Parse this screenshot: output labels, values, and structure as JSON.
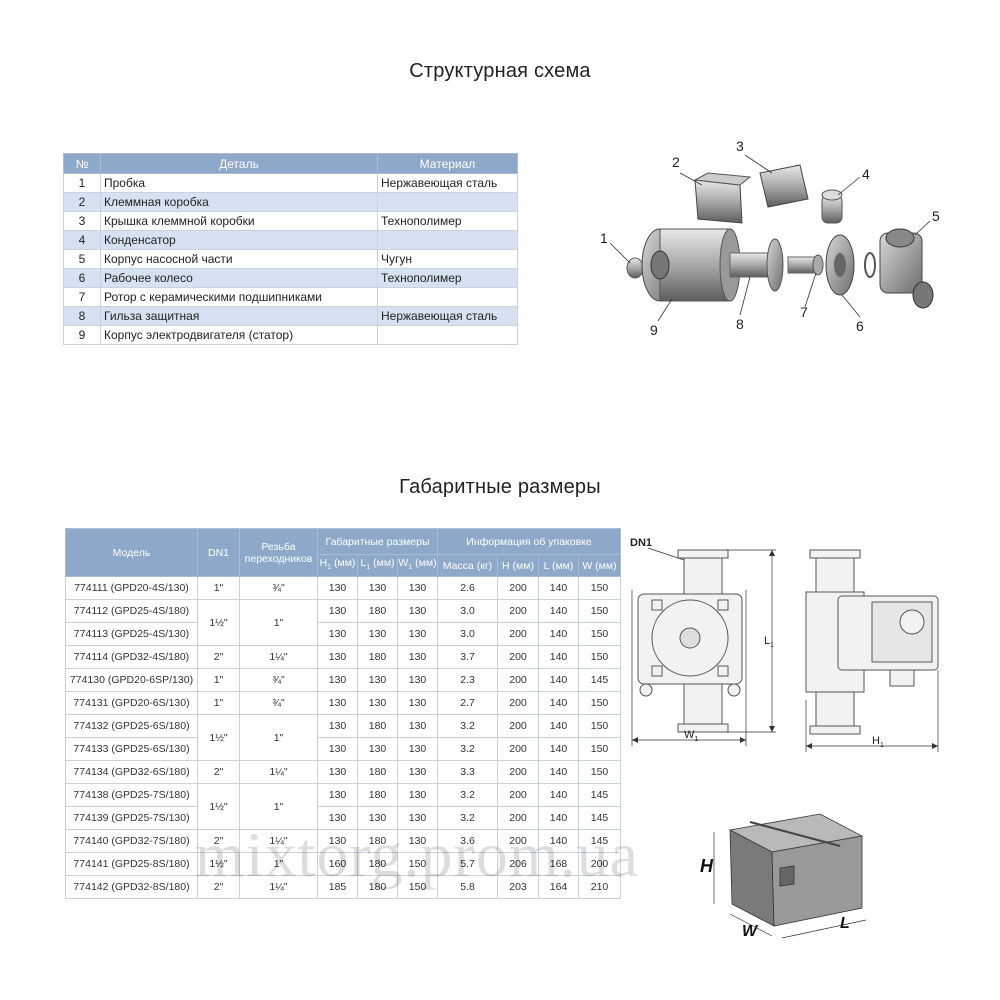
{
  "titles": {
    "structure": "Структурная схема",
    "dimensions": "Габаритные размеры"
  },
  "parts_table": {
    "headers": [
      "№",
      "Деталь",
      "Материал"
    ],
    "rows": [
      {
        "num": "1",
        "part": "Пробка",
        "material": "Нержавеющая сталь"
      },
      {
        "num": "2",
        "part": "Клеммная коробка",
        "material": ""
      },
      {
        "num": "3",
        "part": "Крышка клеммной коробки",
        "material": "Технополимер"
      },
      {
        "num": "4",
        "part": "Конденсатор",
        "material": ""
      },
      {
        "num": "5",
        "part": "Корпус насосной части",
        "material": "Чугун"
      },
      {
        "num": "6",
        "part": "Рабочее колесо",
        "material": "Технополимер"
      },
      {
        "num": "7",
        "part": "Ротор с керамическими подшипниками",
        "material": ""
      },
      {
        "num": "8",
        "part": "Гильза защитная",
        "material": "Нержавеющая сталь"
      },
      {
        "num": "9",
        "part": "Корпус электродвигателя (статор)",
        "material": ""
      }
    ]
  },
  "exploded_labels": [
    "1",
    "2",
    "3",
    "4",
    "5",
    "6",
    "7",
    "8",
    "9"
  ],
  "dims_table": {
    "headers": {
      "model": "Модель",
      "dn1": "DN1",
      "thread": "Резьба переходников",
      "dimensions_group": "Габаритные размеры",
      "package_group": "Информация об упаковке",
      "h1": "H",
      "h1_sub": "1",
      "h1_unit": " (мм)",
      "l1": "L",
      "l1_sub": "1",
      "l1_unit": " (мм)",
      "w1": "W",
      "w1_sub": "1",
      "w1_unit": " (мм)",
      "mass": "Масса (кг)",
      "h": "H (мм)",
      "l": "L (мм)",
      "w": "W (мм)"
    },
    "rows": [
      {
        "model": "774111 (GPD20-4S/130)",
        "dn1": "1\"",
        "thread": "¾\"",
        "h1": "130",
        "l1": "130",
        "w1": "130",
        "mass": "2.6",
        "h": "200",
        "l": "140",
        "w": "150"
      },
      {
        "model": "774112 (GPD25-4S/180)",
        "dn1": "1½\"",
        "thread": "1\"",
        "h1": "130",
        "l1": "180",
        "w1": "130",
        "mass": "3.0",
        "h": "200",
        "l": "140",
        "w": "150"
      },
      {
        "model": "774113 (GPD25-4S/130)",
        "dn1": "",
        "thread": "",
        "h1": "130",
        "l1": "130",
        "w1": "130",
        "mass": "3.0",
        "h": "200",
        "l": "140",
        "w": "150"
      },
      {
        "model": "774114 (GPD32-4S/180)",
        "dn1": "2\"",
        "thread": "1¼\"",
        "h1": "130",
        "l1": "180",
        "w1": "130",
        "mass": "3.7",
        "h": "200",
        "l": "140",
        "w": "150"
      },
      {
        "model": "774130 (GPD20-6SP/130)",
        "dn1": "1\"",
        "thread": "¾\"",
        "h1": "130",
        "l1": "130",
        "w1": "130",
        "mass": "2.3",
        "h": "200",
        "l": "140",
        "w": "145"
      },
      {
        "model": "774131 (GPD20-6S/130)",
        "dn1": "1\"",
        "thread": "¾\"",
        "h1": "130",
        "l1": "130",
        "w1": "130",
        "mass": "2.7",
        "h": "200",
        "l": "140",
        "w": "150"
      },
      {
        "model": "774132 (GPD25-6S/180)",
        "dn1": "1½\"",
        "thread": "1\"",
        "h1": "130",
        "l1": "180",
        "w1": "130",
        "mass": "3.2",
        "h": "200",
        "l": "140",
        "w": "150"
      },
      {
        "model": "774133 (GPD25-6S/130)",
        "dn1": "",
        "thread": "",
        "h1": "130",
        "l1": "130",
        "w1": "130",
        "mass": "3.2",
        "h": "200",
        "l": "140",
        "w": "150"
      },
      {
        "model": "774134 (GPD32-6S/180)",
        "dn1": "2\"",
        "thread": "1¼\"",
        "h1": "130",
        "l1": "180",
        "w1": "130",
        "mass": "3.3",
        "h": "200",
        "l": "140",
        "w": "150"
      },
      {
        "model": "774138 (GPD25-7S/180)",
        "dn1": "1½\"",
        "thread": "1\"",
        "h1": "130",
        "l1": "180",
        "w1": "130",
        "mass": "3.2",
        "h": "200",
        "l": "140",
        "w": "145"
      },
      {
        "model": "774139 (GPD25-7S/130)",
        "dn1": "",
        "thread": "",
        "h1": "130",
        "l1": "130",
        "w1": "130",
        "mass": "3.2",
        "h": "200",
        "l": "140",
        "w": "145"
      },
      {
        "model": "774140 (GPD32-7S/180)",
        "dn1": "2\"",
        "thread": "1¼\"",
        "h1": "130",
        "l1": "180",
        "w1": "130",
        "mass": "3.6",
        "h": "200",
        "l": "140",
        "w": "145"
      },
      {
        "model": "774141 (GPD25-8S/180)",
        "dn1": "1½\"",
        "thread": "1\"",
        "h1": "160",
        "l1": "180",
        "w1": "150",
        "mass": "5.7",
        "h": "206",
        "l": "168",
        "w": "200"
      },
      {
        "model": "774142 (GPD32-8S/180)",
        "dn1": "2\"",
        "thread": "1¼\"",
        "h1": "185",
        "l1": "180",
        "w1": "150",
        "mass": "5.8",
        "h": "203",
        "l": "164",
        "w": "210"
      }
    ]
  },
  "drawing_labels": {
    "dn1": "DN1",
    "l1": "L",
    "l1_sub": "1",
    "w1": "W",
    "w1_sub": "1",
    "h1": "H",
    "h1_sub": "1",
    "box_h": "H",
    "box_w": "W",
    "box_l": "L"
  },
  "watermark": "mixtorg.prom.ua"
}
